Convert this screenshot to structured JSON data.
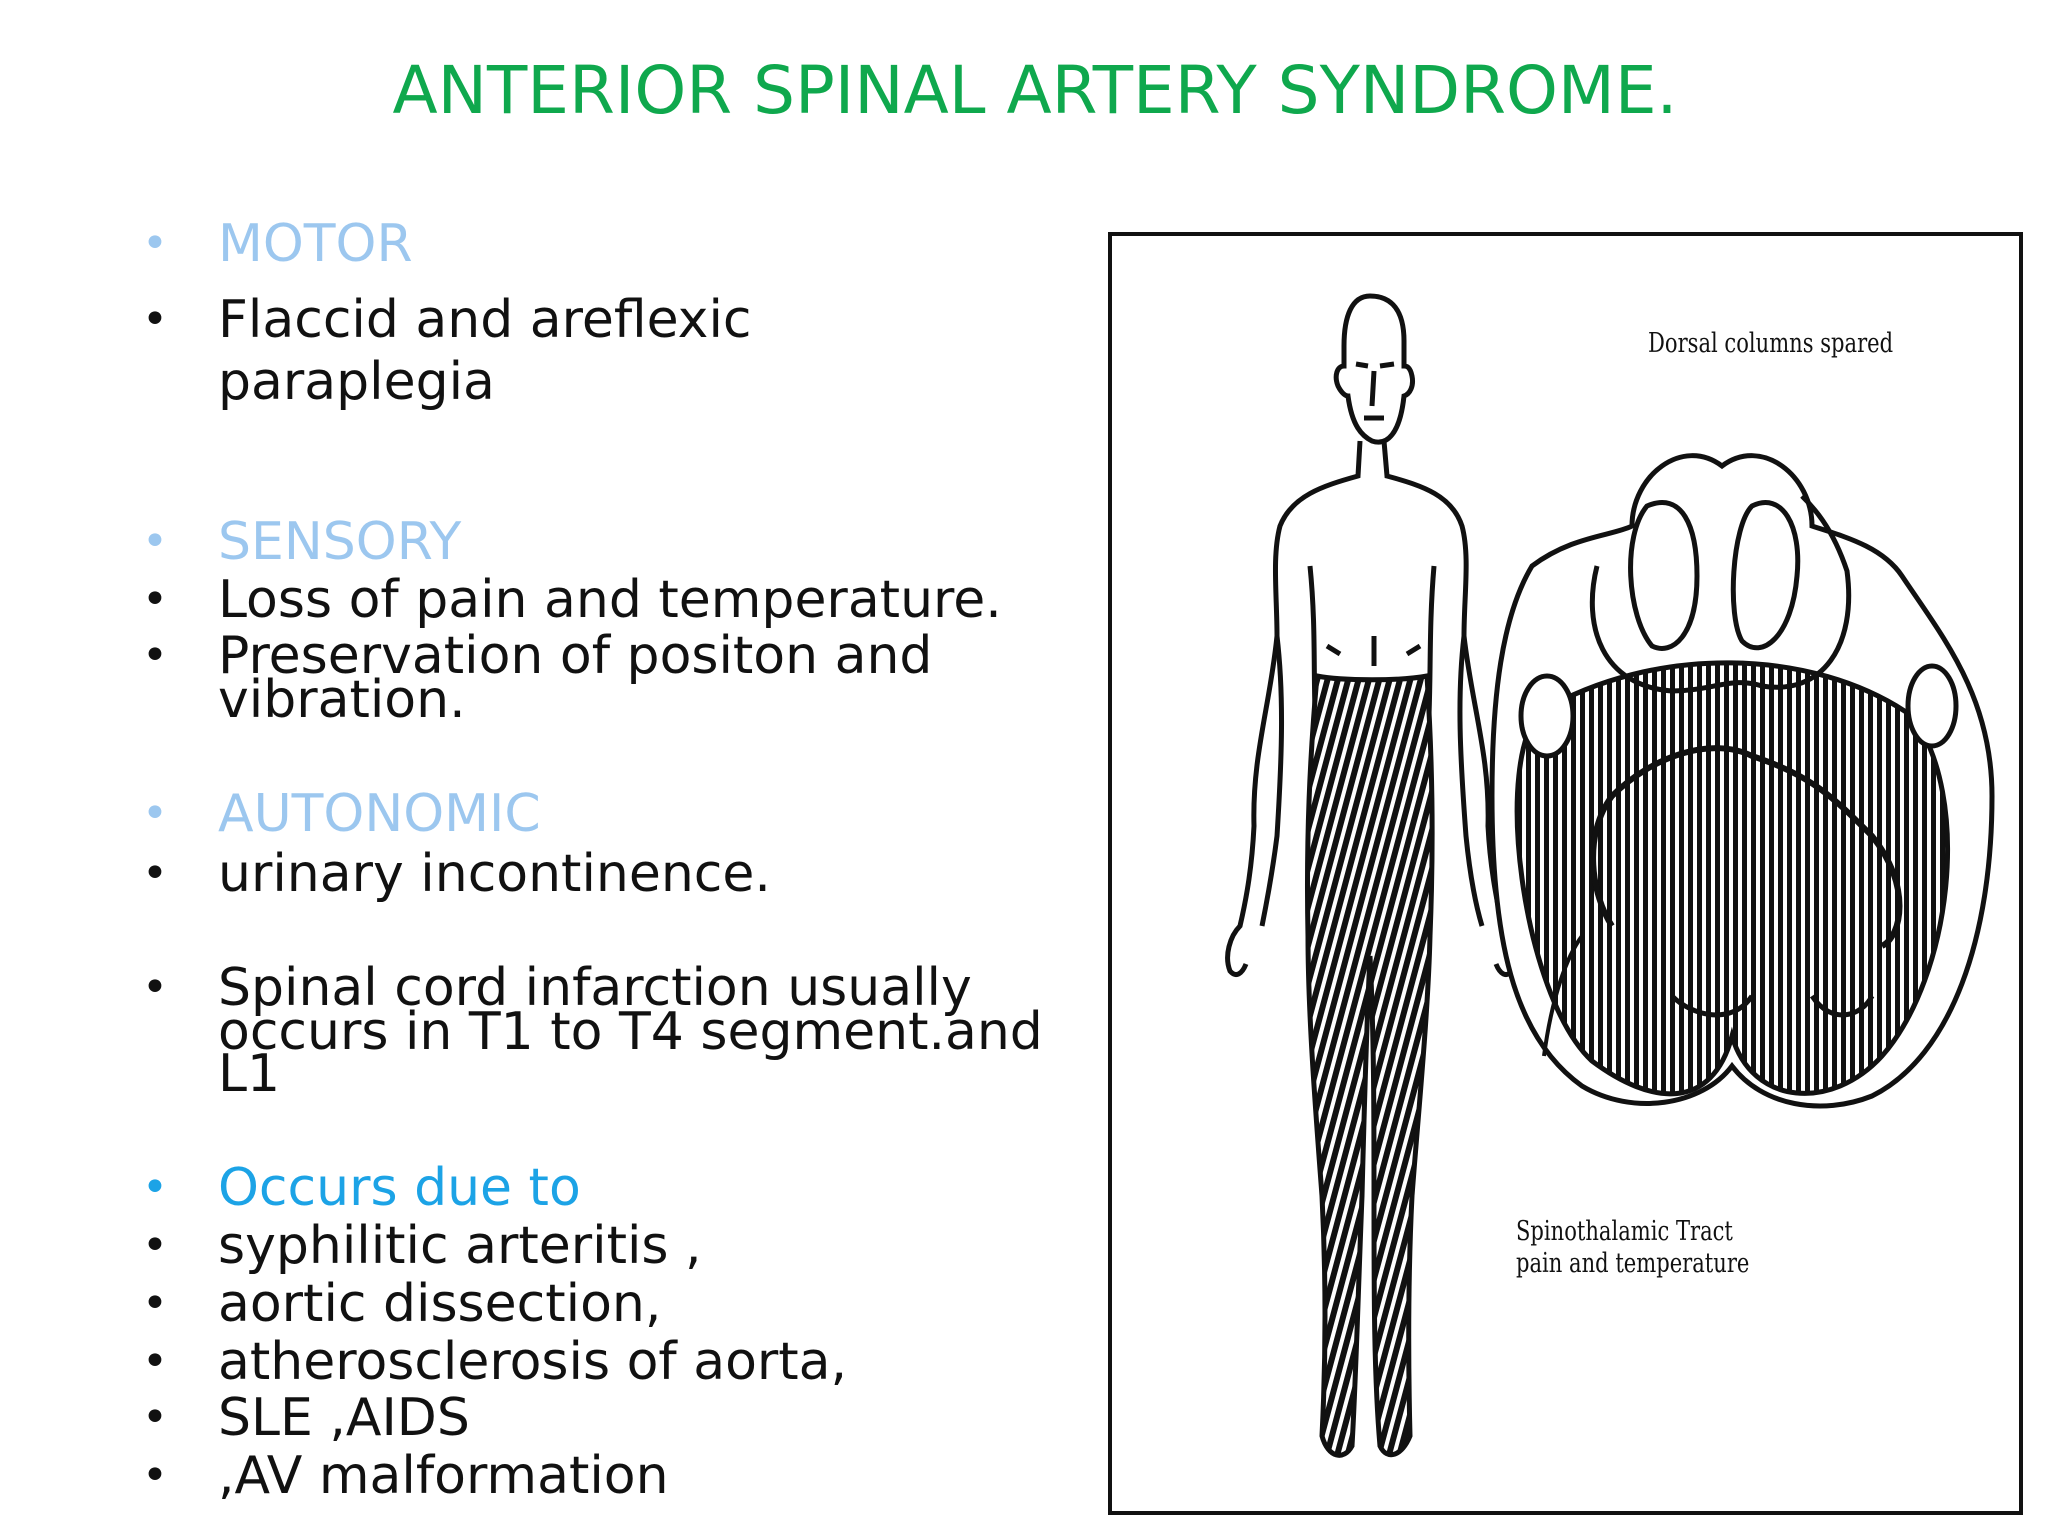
{
  "title": "ANTERIOR SPINAL ARTERY SYNDROME.",
  "sections": {
    "motor_heading": "MOTOR",
    "motor_item_line1": "Flaccid and areflexic",
    "motor_item_line2": "paraplegia",
    "sensory_heading": "SENSORY",
    "sensory_item1": "Loss of pain and temperature.",
    "sensory_item2_line1": "Preservation of positon and",
    "sensory_item2_line2": "vibration.",
    "autonomic_heading": "AUTONOMIC",
    "autonomic_item": "urinary incontinence.",
    "infarction_line1": "Spinal cord infarction usually",
    "infarction_line2": "occurs in T1 to T4 segment.and",
    "infarction_line3": "L1",
    "causes_heading": "Occurs due to",
    "causes": [
      "syphilitic arteritis ,",
      "aortic dissection,",
      "atherosclerosis of aorta,",
      "SLE ,AIDS",
      ",AV malformation"
    ]
  },
  "figure": {
    "label_dorsal": "Dorsal columns spared",
    "label_spino_line1": "Spinothalamic Tract",
    "label_spino_line2": "pain and temperature"
  },
  "colors": {
    "title": "#0fa84d",
    "heading_light": "#9cc7ef",
    "heading_occurs": "#1ca3e6",
    "body_text": "#111111"
  },
  "bullet_glyph": "•"
}
